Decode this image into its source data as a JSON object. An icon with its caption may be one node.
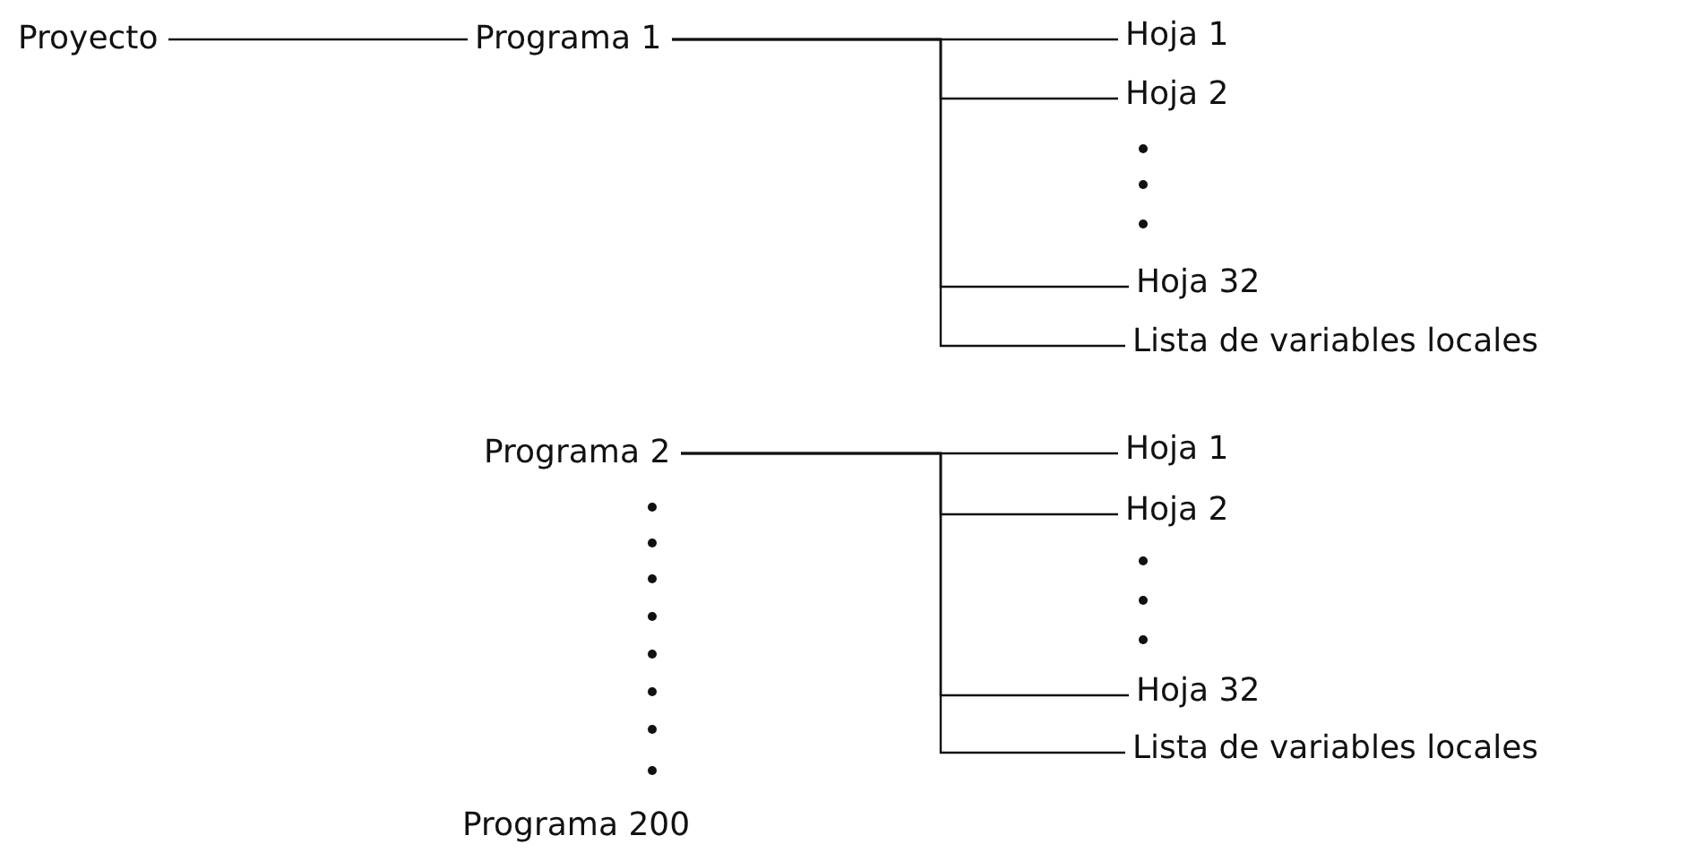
{
  "diagram": {
    "nodes": [
      {
        "text": [
          "Proyecto"
        ]
      },
      {
        "text": [
          "Programa 1"
        ]
      },
      {
        "text": [
          "Hoja 1"
        ]
      },
      {
        "text": [
          "Hoja 2"
        ]
      },
      {
        "text": [
          "Hoja 32"
        ]
      },
      {
        "text": [
          "Lista de variables locales"
        ]
      },
      {
        "text": [
          "Programa 2"
        ]
      },
      {
        "text": [
          "Hoja 1"
        ]
      },
      {
        "text": [
          "Hoja 2"
        ]
      },
      {
        "text": [
          "Hoja 32"
        ]
      },
      {
        "text": [
          "Lista de variables locales"
        ]
      },
      {
        "text": [
          "Programa 200"
        ]
      }
    ],
    "edges": [
      {
        "from": 0,
        "to": 1,
        "arrow": "none"
      },
      {
        "from": 1,
        "to": 2,
        "arrow": "none"
      },
      {
        "from": 1,
        "to": 3,
        "arrow": "none"
      },
      {
        "from": 1,
        "to": 4,
        "arrow": "none"
      },
      {
        "from": 1,
        "to": 5,
        "arrow": "none"
      },
      {
        "from": 6,
        "to": 7,
        "arrow": "none"
      },
      {
        "from": 6,
        "to": 8,
        "arrow": "none"
      },
      {
        "from": 6,
        "to": 9,
        "arrow": "none"
      },
      {
        "from": 6,
        "to": 10,
        "arrow": "none"
      }
    ]
  }
}
